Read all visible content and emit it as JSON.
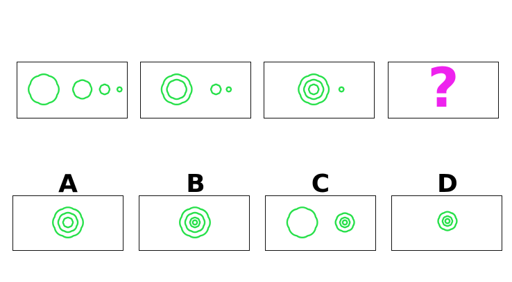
{
  "colors": {
    "flower_stroke": "#27e04a",
    "question_mark": "#ee22ee",
    "border": "#111111"
  },
  "question": {
    "mark": "?",
    "panels": [
      {
        "name": "sequence-panel-1",
        "flowers": [
          {
            "r": [
              34
            ]
          },
          {
            "r": [
              21
            ]
          },
          {
            "r": [
              11
            ]
          },
          {
            "r": [
              5
            ]
          }
        ]
      },
      {
        "name": "sequence-panel-2",
        "flowers": [
          {
            "r": [
              34,
              22
            ]
          },
          {
            "r": [
              11
            ]
          },
          {
            "r": [
              5
            ]
          }
        ]
      },
      {
        "name": "sequence-panel-3",
        "flowers": [
          {
            "r": [
              34,
              22,
              11
            ]
          },
          {
            "r": [
              5
            ]
          }
        ]
      }
    ]
  },
  "options": [
    {
      "label": "A",
      "flowers": [
        {
          "r": [
            34,
            22,
            11
          ]
        }
      ]
    },
    {
      "label": "B",
      "flowers": [
        {
          "r": [
            34,
            22,
            11,
            5
          ]
        }
      ]
    },
    {
      "label": "C",
      "flowers": [
        {
          "r": [
            34
          ]
        },
        {
          "r": [
            21,
            11,
            5
          ]
        }
      ]
    },
    {
      "label": "D",
      "flowers": [
        {
          "r": [
            21,
            11,
            5
          ]
        }
      ]
    }
  ]
}
